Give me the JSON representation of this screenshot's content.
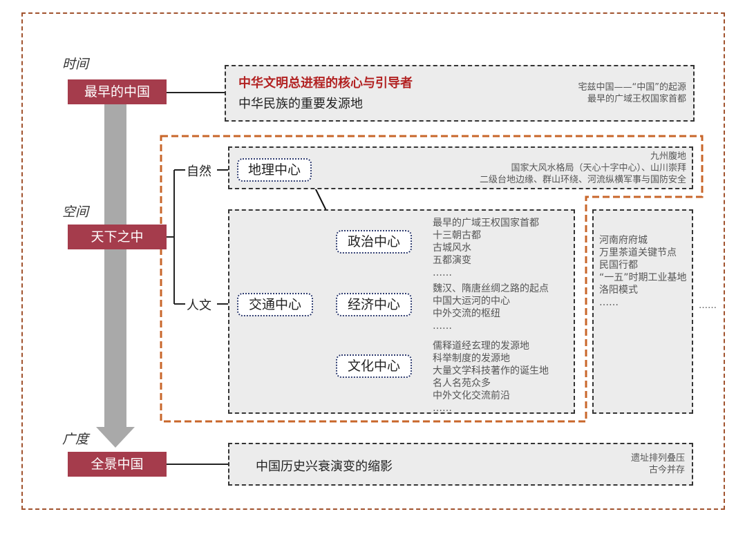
{
  "axis": {
    "time": "时间",
    "space": "空间",
    "breadth": "广度"
  },
  "left_boxes": {
    "earliest": "最早的中国",
    "center": "天下之中",
    "panorama": "全景中国"
  },
  "top_box": {
    "headline": "中华文明总进程的核心与引导者",
    "subline": "中华民族的重要发源地",
    "notes": [
      "宅兹中国——“中国”的起源",
      "最早的广域王权国家首都"
    ]
  },
  "branches": {
    "nature": "自然",
    "humanity": "人文"
  },
  "geo": {
    "label": "地理中心",
    "notes": [
      "九州腹地",
      "国家大风水格局（天心十字中心）、山川崇拜",
      "二级台地边缘、群山环绕、河流纵横军事与国防安全"
    ]
  },
  "nodes": {
    "transport": "交通中心",
    "political": "政治中心",
    "economic": "经济中心",
    "cultural": "文化中心"
  },
  "political_notes": [
    "最早的广域王权国家首都",
    "十三朝古都",
    "古城风水",
    "五都演变",
    "……"
  ],
  "economic_notes": [
    "魏汉、隋唐丝绸之路的起点",
    "中国大运河的中心",
    "中外交流的枢纽",
    "……"
  ],
  "cultural_notes": [
    "儒释道经玄理的发源地",
    "科举制度的发源地",
    "大量文学科技著作的诞生地",
    "名人名苑众多",
    "中外文化交流前沿",
    "……"
  ],
  "right_notes": [
    "河南府府城",
    "万里茶道关键节点",
    "民国行都",
    "“一五”时期工业基地",
    "洛阳模式",
    "……"
  ],
  "right_ellipsis": "……",
  "bottom_box": {
    "headline": "中国历史兴衰演变的缩影",
    "notes": [
      "遗址排列叠压",
      "古今并存"
    ]
  },
  "colors": {
    "accent_red": "#a53c4c",
    "headline_red": "#b22222",
    "frame_orange": "#c8662a",
    "frame_brown": "#a0522d"
  }
}
